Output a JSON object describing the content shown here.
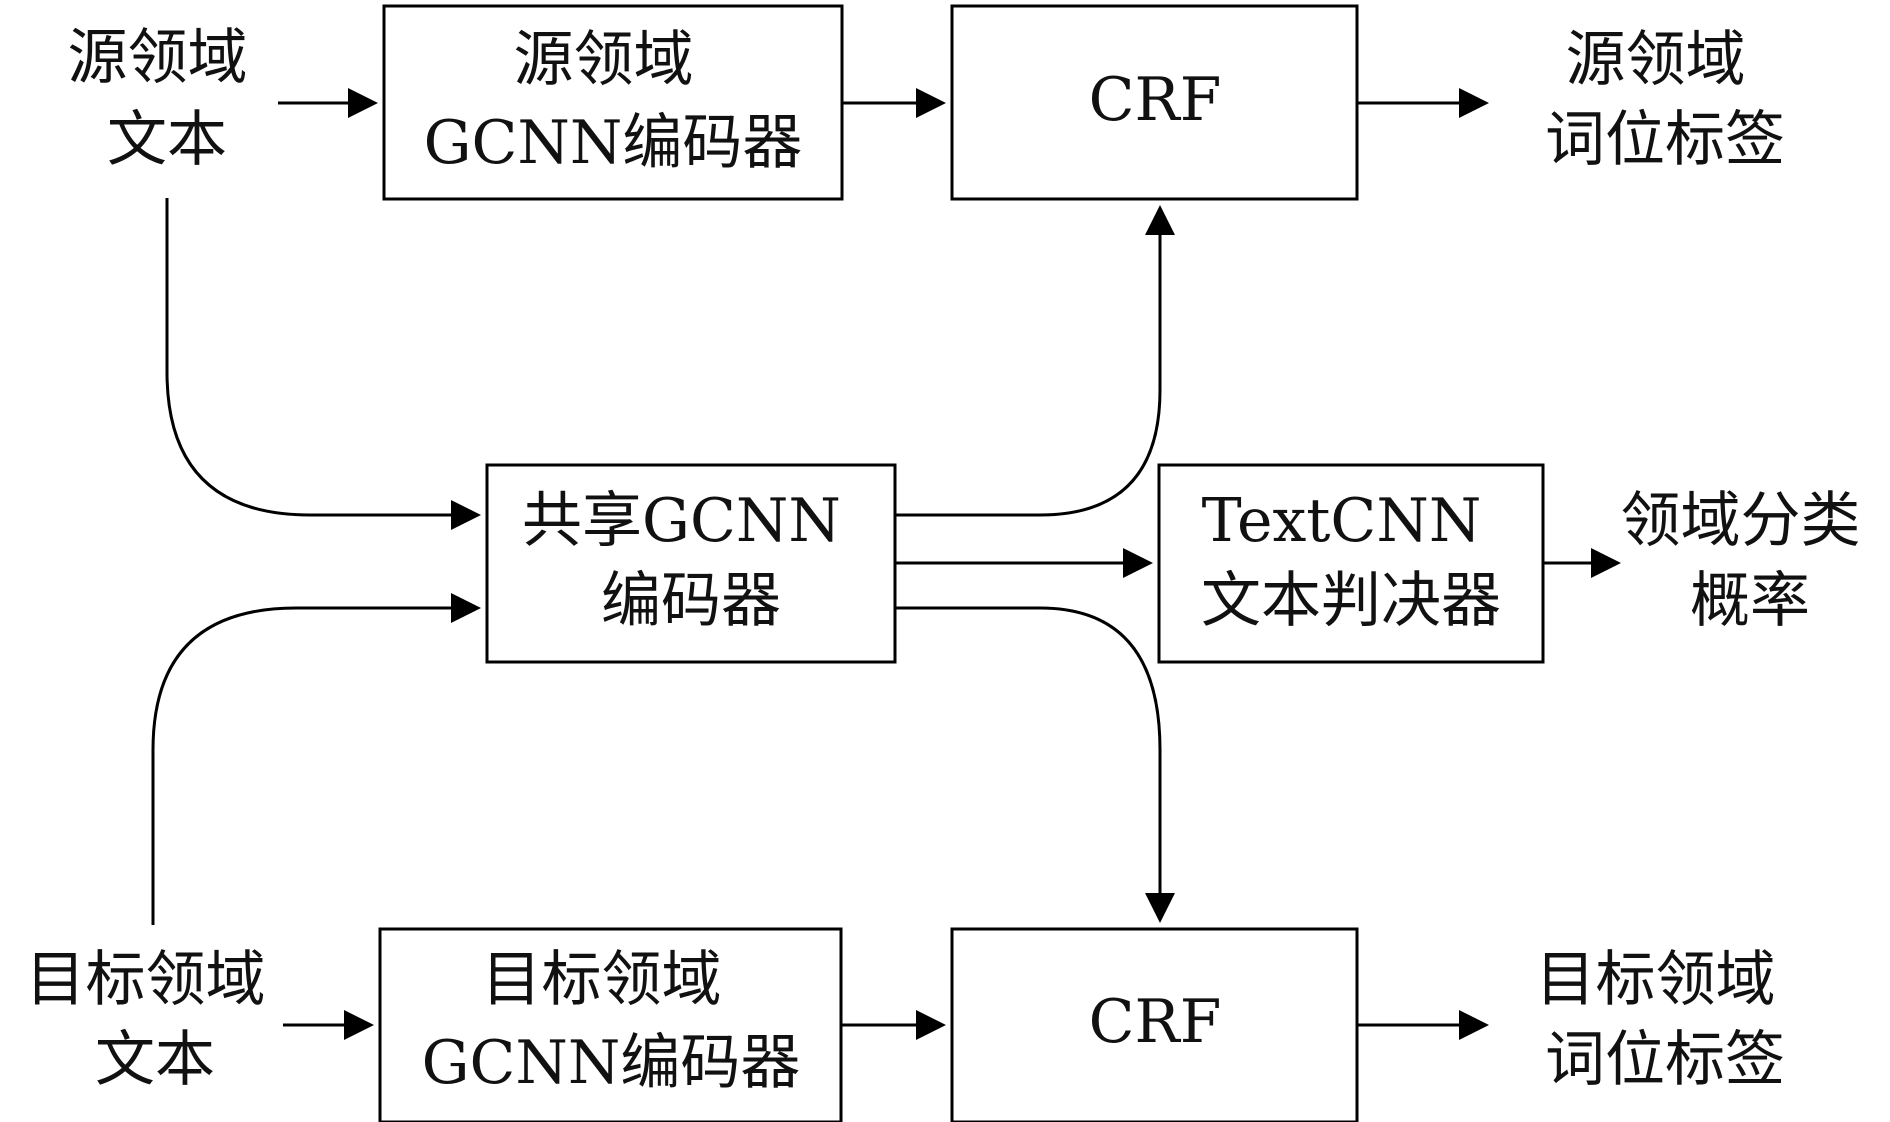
{
  "diagram": {
    "inputs": {
      "source_text": [
        "源领域",
        "文本"
      ],
      "target_text": [
        "目标领域",
        "文本"
      ]
    },
    "blocks": {
      "source_encoder": [
        "源领域",
        "GCNN编码器"
      ],
      "source_crf": "CRF",
      "shared_encoder": [
        "共享GCNN",
        "编码器"
      ],
      "textcnn": [
        "TextCNN",
        "文本判决器"
      ],
      "target_encoder": [
        "目标领域",
        "GCNN编码器"
      ],
      "target_crf": "CRF"
    },
    "outputs": {
      "source_tags": [
        "源领域",
        "词位标签"
      ],
      "domain_prob": [
        "领域分类",
        "概率"
      ],
      "target_tags": [
        "目标领域",
        "词位标签"
      ]
    }
  }
}
